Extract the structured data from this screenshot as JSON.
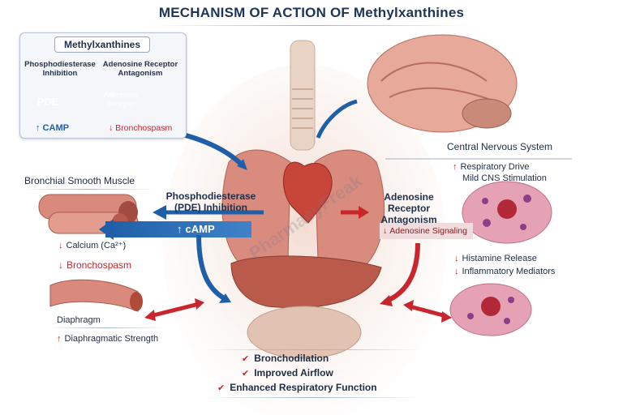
{
  "title": "MECHANISM OF ACTION OF Methylxanthines",
  "inset": {
    "heading": "Methylxanthines",
    "left_label": "Phosphodiesterase Inhibition",
    "right_label": "Adenosine Receptor Antagonism",
    "pde_badge": "PDE",
    "receptor_badge": "Adenosine Receptor",
    "left_effect": "↑ CAMP",
    "right_effect": "↓ Bronchospasm"
  },
  "left": {
    "bronchial_heading": "Bronchial Smooth Muscle",
    "calcium": "Calcium (Ca²⁺)",
    "bronchospasm": "Bronchospasm",
    "diaphragm_heading": "Diaphragm",
    "diaphragm_effect": "Diaphragmatic Strength"
  },
  "center": {
    "pde_label": "Phosphodiesterase (PDE) Inhibition",
    "camp": "cAMP",
    "adenosine_label": "Adenosine Receptor Antagonism",
    "adenosine_signaling": "Adenosine Signaling",
    "watermark": "PharmacyFreak"
  },
  "right": {
    "cns_heading": "Central Nervous System",
    "cns_effects": [
      "Respiratory Drive",
      "Mild CNS Stimulation"
    ],
    "mast_effects": [
      "Histamine Release",
      "Inflammatory Mediators"
    ]
  },
  "outcomes": [
    "Bronchodilation",
    "Improved Airflow",
    "Enhanced Respiratory Function"
  ],
  "colors": {
    "blue": "#1f5fa8",
    "red": "#c8262c",
    "navy": "#1e3557"
  }
}
